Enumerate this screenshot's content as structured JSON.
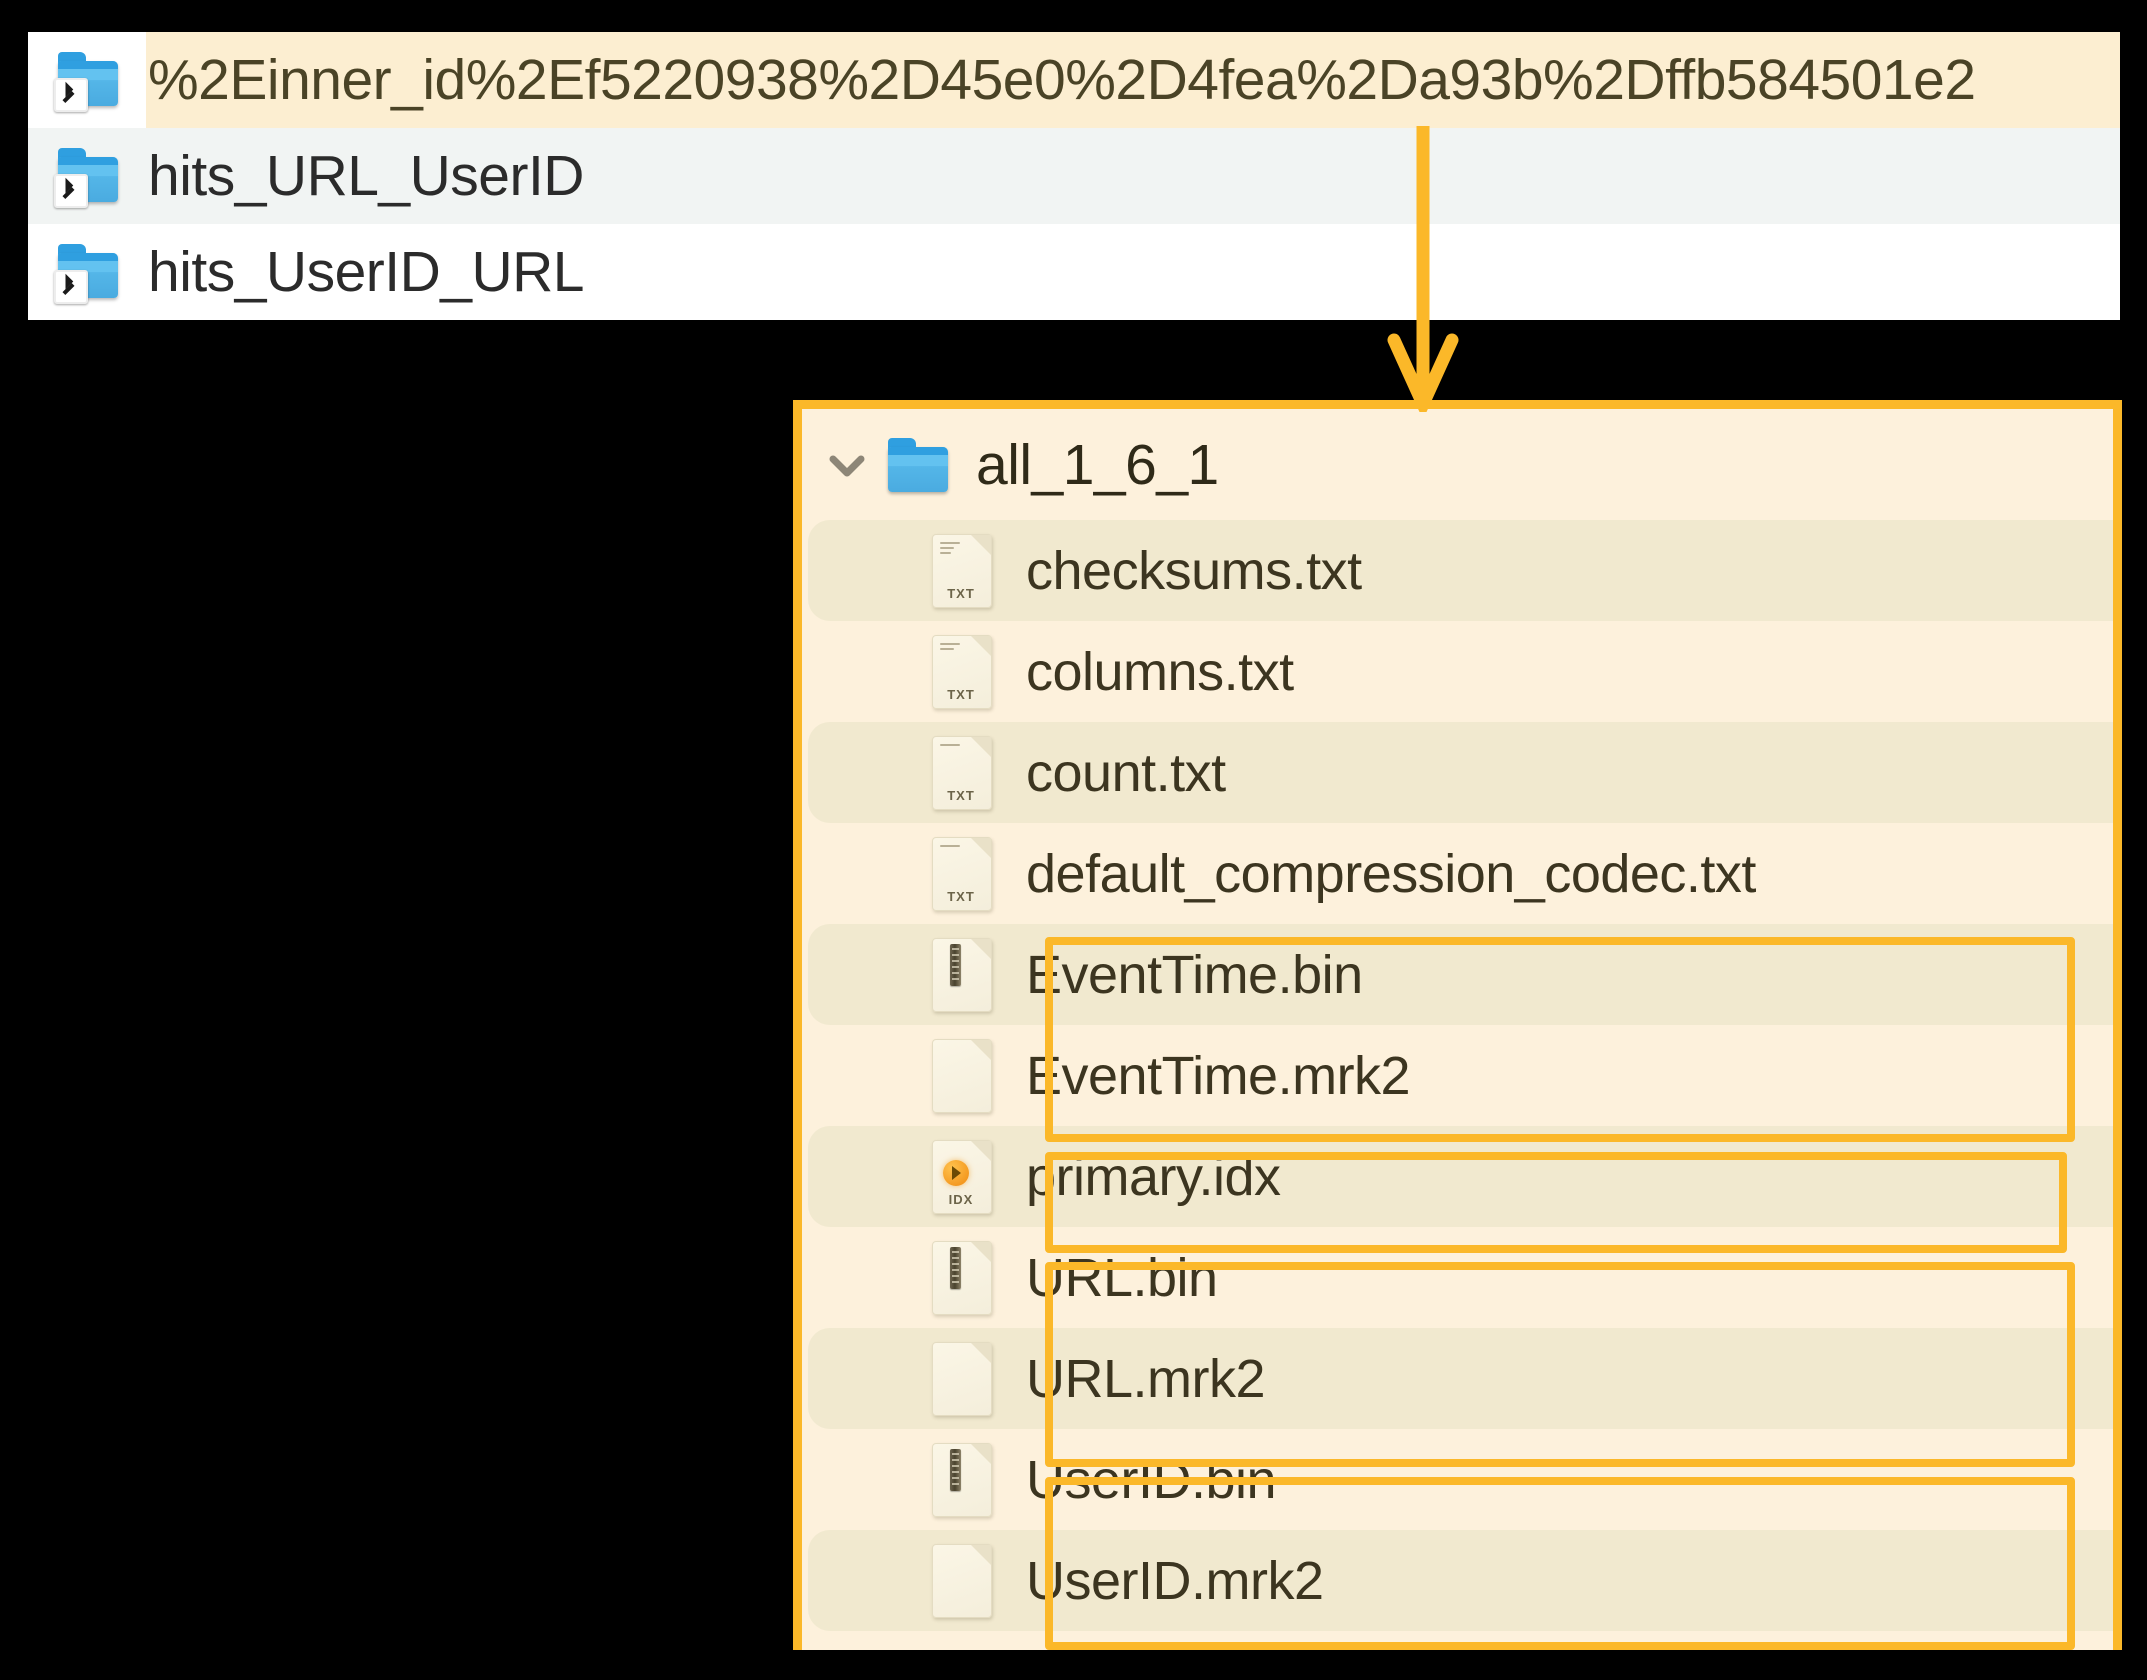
{
  "top_list": {
    "rows": [
      {
        "label": "%2Einner_id%2Ef5220938%2D45e0%2D4fea%2Da93b%2Dffb584501e2",
        "icon": "folder-symlink-icon",
        "highlighted": true,
        "striped": false
      },
      {
        "label": "hits_URL_UserID",
        "icon": "folder-symlink-icon",
        "highlighted": false,
        "striped": true
      },
      {
        "label": "hits_UserID_URL",
        "icon": "folder-symlink-icon",
        "highlighted": false,
        "striped": false
      }
    ]
  },
  "annotation": {
    "arrow": "down-arrow-annotation",
    "accent_color": "#fbb829"
  },
  "main_panel": {
    "folder": {
      "label": "all_1_6_1",
      "icon": "folder-icon",
      "expander": "chevron-down-icon",
      "expanded": true
    },
    "files": [
      {
        "label": "checksums.txt",
        "icon": "txt-file-icon",
        "ext_tag": "TXT",
        "striped": true,
        "boxed": false
      },
      {
        "label": "columns.txt",
        "icon": "txt-file-icon",
        "ext_tag": "TXT",
        "striped": false,
        "boxed": false
      },
      {
        "label": "count.txt",
        "icon": "txt-file-icon",
        "ext_tag": "TXT",
        "striped": true,
        "boxed": false
      },
      {
        "label": "default_compression_codec.txt",
        "icon": "txt-file-icon",
        "ext_tag": "TXT",
        "striped": false,
        "boxed": false
      },
      {
        "label": "EventTime.bin",
        "icon": "bin-file-icon",
        "ext_tag": "",
        "striped": true,
        "boxed": true
      },
      {
        "label": "EventTime.mrk2",
        "icon": "blank-file-icon",
        "ext_tag": "",
        "striped": false,
        "boxed": true
      },
      {
        "label": "primary.idx",
        "icon": "idx-file-icon",
        "ext_tag": "IDX",
        "striped": true,
        "boxed": true
      },
      {
        "label": "URL.bin",
        "icon": "bin-file-icon",
        "ext_tag": "",
        "striped": false,
        "boxed": true
      },
      {
        "label": "URL.mrk2",
        "icon": "blank-file-icon",
        "ext_tag": "",
        "striped": true,
        "boxed": true
      },
      {
        "label": "UserID.bin",
        "icon": "bin-file-icon",
        "ext_tag": "",
        "striped": false,
        "boxed": true
      },
      {
        "label": "UserID.mrk2",
        "icon": "blank-file-icon",
        "ext_tag": "",
        "striped": true,
        "boxed": true
      }
    ],
    "highlight_groups": [
      {
        "name": "eventtime-column-group",
        "members": [
          "EventTime.bin",
          "EventTime.mrk2"
        ]
      },
      {
        "name": "primary-index-group",
        "members": [
          "primary.idx"
        ]
      },
      {
        "name": "url-column-group",
        "members": [
          "URL.bin",
          "URL.mrk2"
        ]
      },
      {
        "name": "userid-column-group",
        "members": [
          "UserID.bin",
          "UserID.mrk2"
        ]
      }
    ]
  },
  "colors": {
    "accent": "#fbb829",
    "panel_bg": "#fdf1dc",
    "stripe_bg": "#f1e9cf",
    "top_highlight": "#fceed1",
    "top_alt": "#f1f4f3",
    "text": "#3c3520"
  }
}
